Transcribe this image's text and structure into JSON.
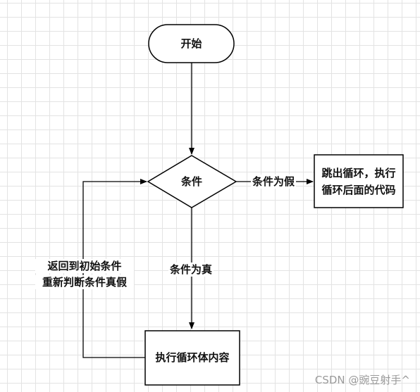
{
  "nodes": {
    "start": "开始",
    "condition": "条件",
    "exit_line1": "跳出循环，执行",
    "exit_line2": "循环后面的代码",
    "body": "执行循环体内容"
  },
  "edges": {
    "false_label": "条件为假",
    "true_label": "条件为真",
    "loop_back_line1": "返回到初始条件",
    "loop_back_line2": "重新判断条件真假"
  },
  "watermark": "CSDN @豌豆射手^"
}
